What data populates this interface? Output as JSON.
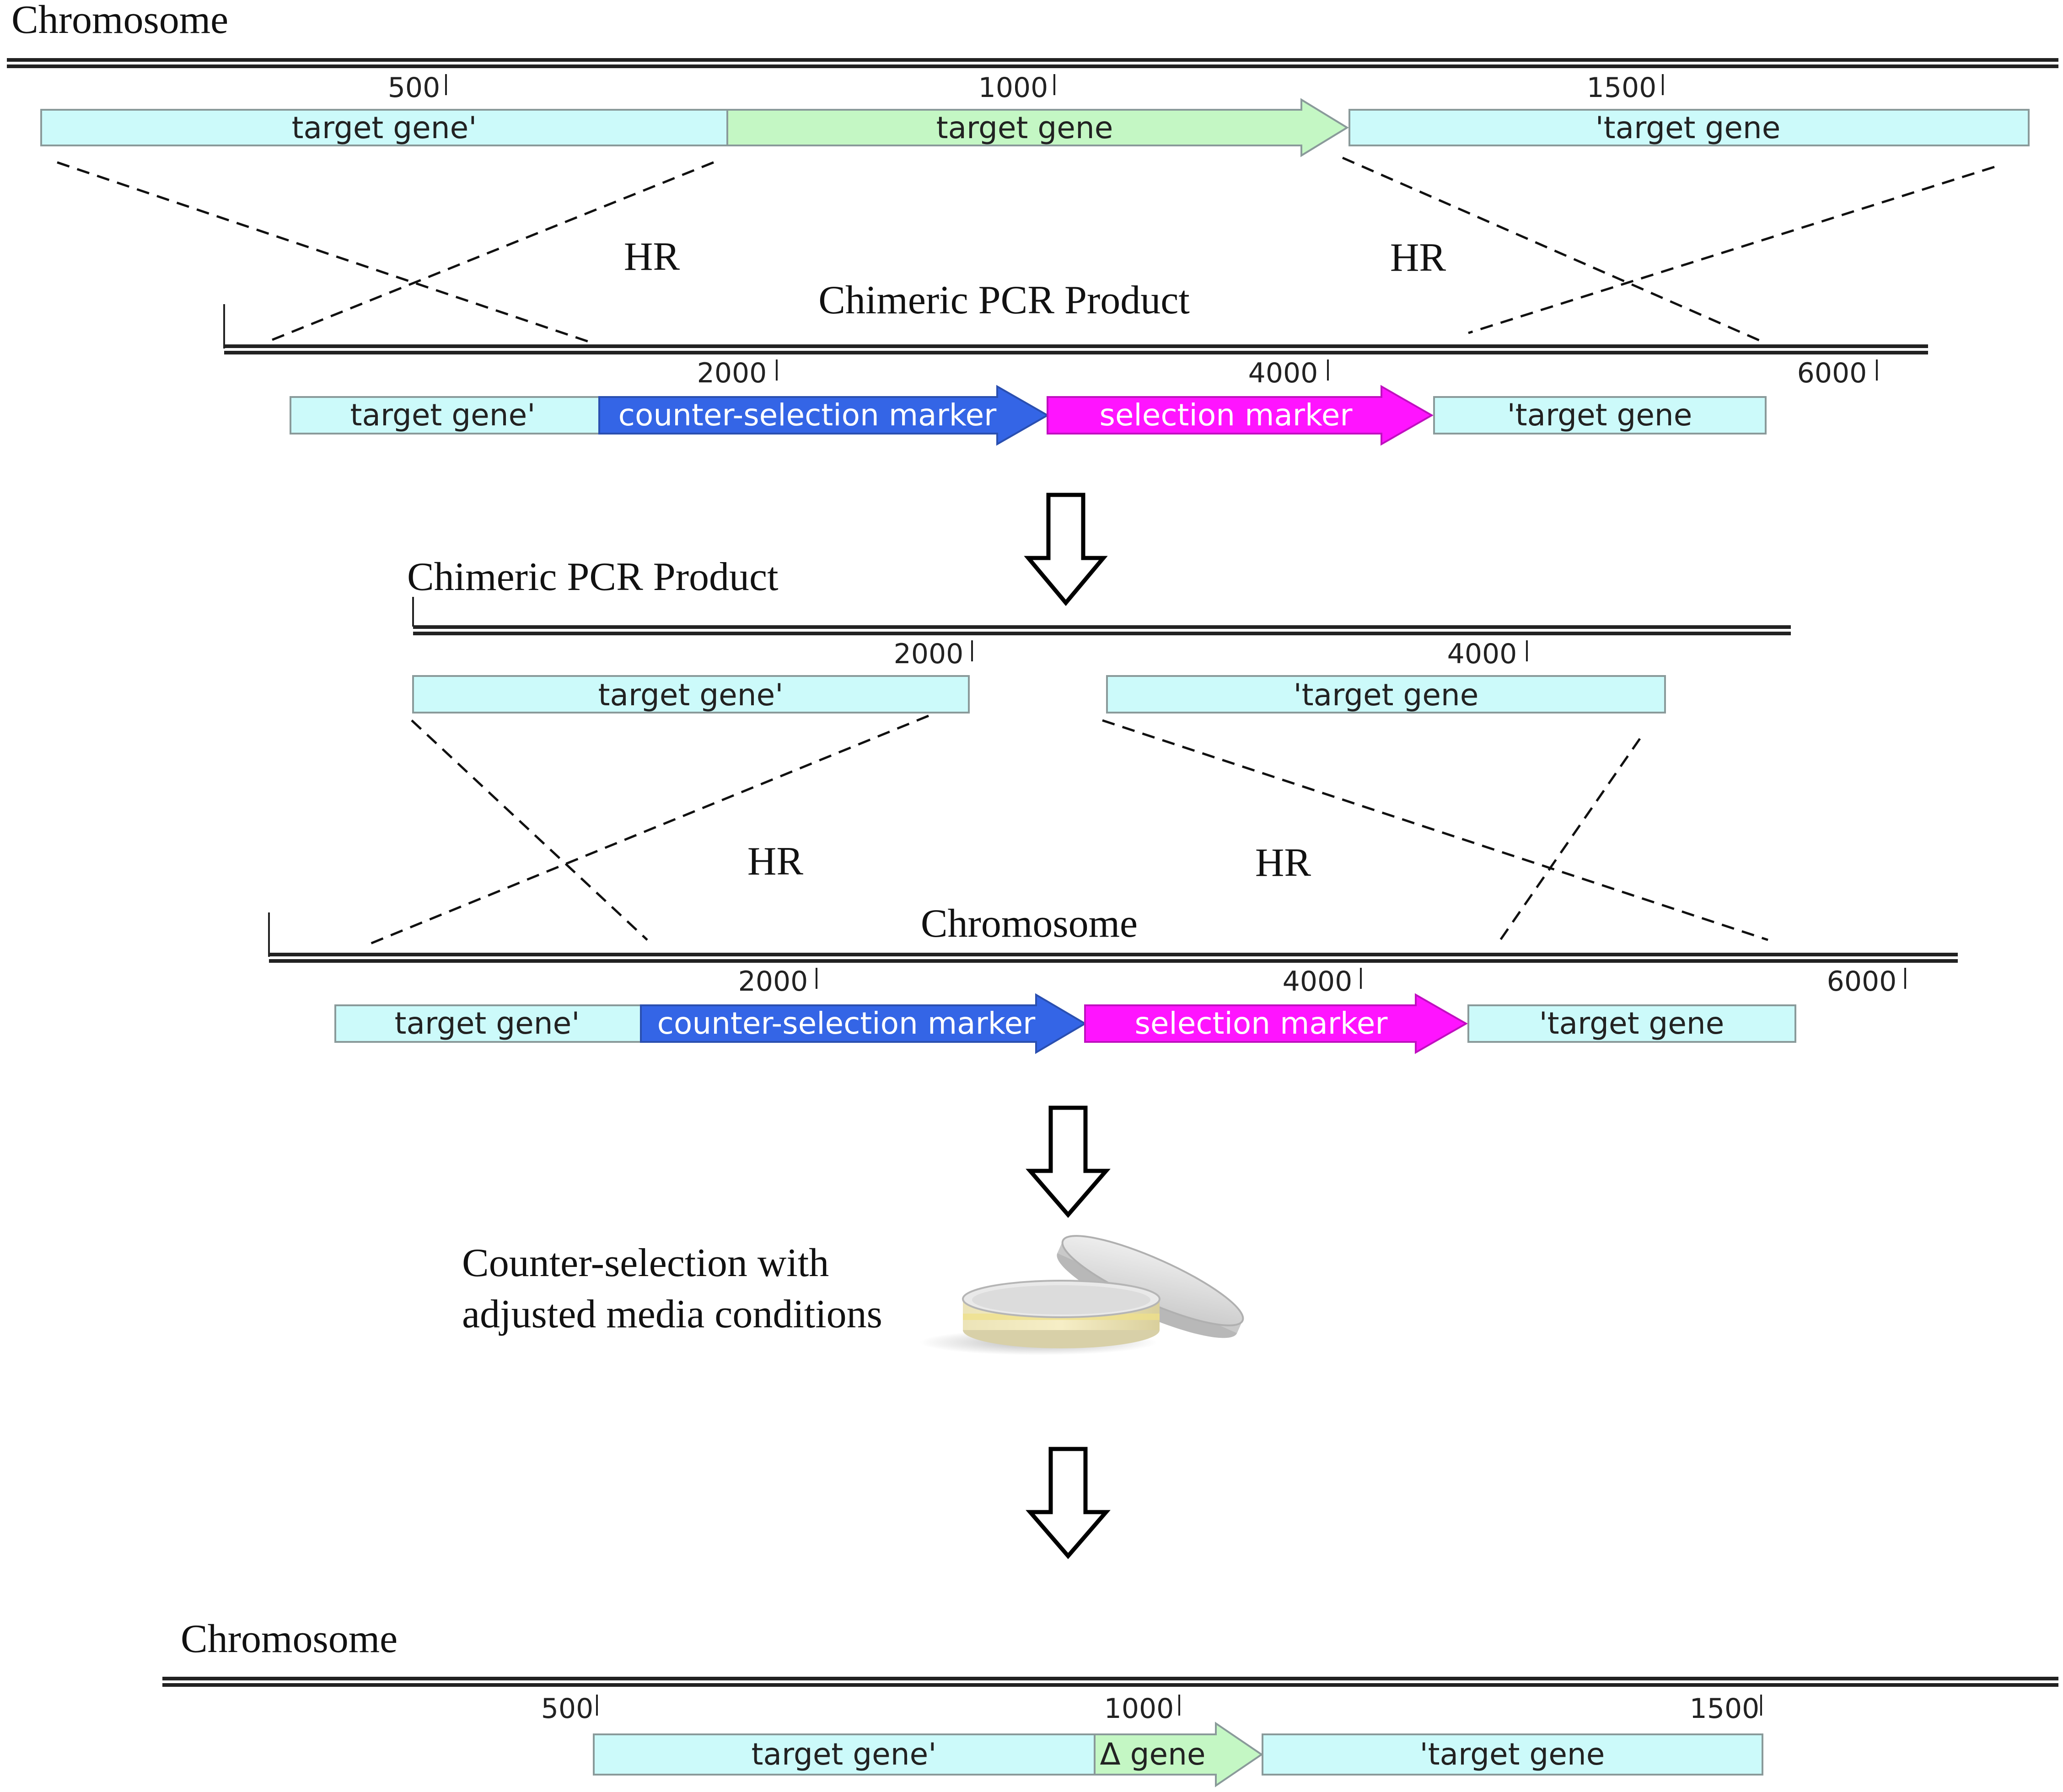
{
  "panel1": {
    "title": "Chromosome",
    "ticks": [
      "500",
      "1000",
      "1500"
    ],
    "segments": {
      "left": "target gene'",
      "middle": "target gene",
      "right": "'target gene"
    },
    "hr_left": "HR",
    "hr_right": "HR"
  },
  "panel2": {
    "title": "Chimeric PCR Product",
    "ticks": [
      "2000",
      "4000",
      "6000"
    ],
    "segments": {
      "left": "target gene'",
      "counter": "counter-selection marker",
      "selection": "selection marker",
      "right": "'target gene"
    }
  },
  "panel3": {
    "title": "Chimeric PCR Product",
    "ticks": [
      "2000",
      "4000"
    ],
    "segments": {
      "left": "target gene'",
      "right": "'target gene"
    },
    "hr_left": "HR",
    "hr_right": "HR"
  },
  "panel4": {
    "title": "Chromosome",
    "ticks": [
      "2000",
      "4000",
      "6000"
    ],
    "segments": {
      "left": "target gene'",
      "counter": "counter-selection marker",
      "selection": "selection marker",
      "right": "'target gene"
    }
  },
  "counterselection": {
    "line1": "Counter-selection with",
    "line2": "adjusted media conditions",
    "icon": "petri-dish-icon"
  },
  "panel5": {
    "title": "Chromosome",
    "ticks": [
      "500",
      "1000",
      "1500"
    ],
    "segments": {
      "left": "target gene'",
      "delta": "Δ gene",
      "right": "'target gene"
    }
  },
  "colors": {
    "flank": "#ccfafa",
    "target_gene": "#c4f7c4",
    "counter_marker": "#3465e6",
    "selection_marker": "#ff14ff"
  }
}
